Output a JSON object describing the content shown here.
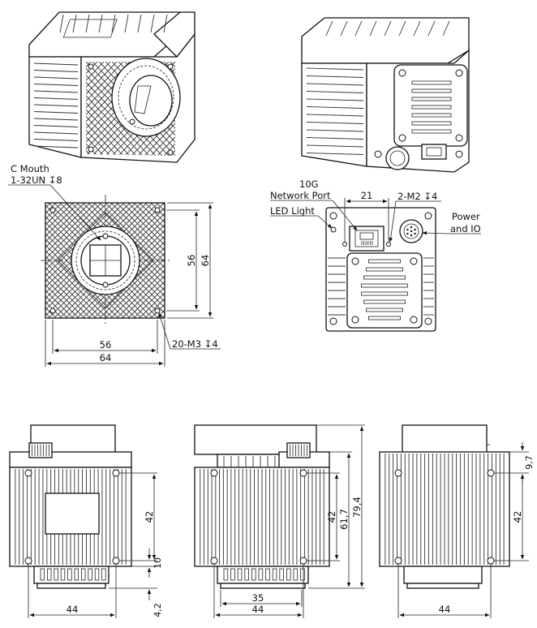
{
  "colors": {
    "line": "#111111",
    "background": "#ffffff",
    "hatch": "#333333"
  },
  "icons": [
    "iso-front-view",
    "iso-rear-view",
    "front-view",
    "rear-view",
    "left-view",
    "top-view",
    "right-view"
  ],
  "front_view": {
    "c_mount_line1": "C Mouth",
    "c_mount_line2": "1-32UN ↧8",
    "dim_width_inner": "56",
    "dim_width_outer": "64",
    "dim_height_inner": "56",
    "dim_height_outer": "64",
    "screw_note": "20-M3 ↧4"
  },
  "rear_view": {
    "network_line1": "10G",
    "network_line2": "Network Port",
    "led_label": "LED Light",
    "dim_width": "21",
    "m2_note": "2-M2 ↧4",
    "power_line1": "Power",
    "power_line2": "and IO"
  },
  "left_view": {
    "dim_height": "42",
    "dim_small": "10",
    "dim_width": "44",
    "dim_bottom": "4,2"
  },
  "middle_view": {
    "dim_height": "42",
    "dim_mid": "61,7",
    "dim_total": "79,4",
    "dim_inner_width": "35",
    "dim_width": "44"
  },
  "right_view": {
    "dim_top": "9,7",
    "dim_height": "42",
    "dim_width": "44"
  }
}
